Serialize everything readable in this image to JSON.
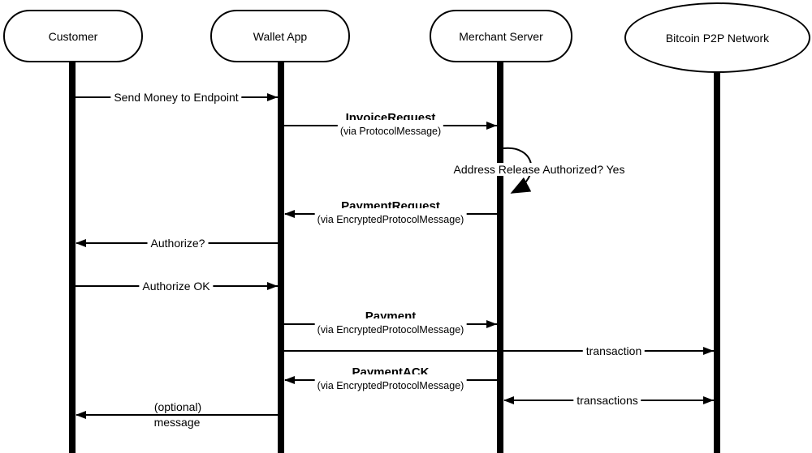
{
  "diagram_type": "sequence-diagram",
  "colors": {
    "line": "#000000",
    "background": "#ffffff"
  },
  "actors": [
    {
      "id": "customer",
      "label": "Customer",
      "shape": "stadium"
    },
    {
      "id": "wallet",
      "label": "Wallet App",
      "shape": "stadium"
    },
    {
      "id": "merchant",
      "label": "Merchant Server",
      "shape": "stadium"
    },
    {
      "id": "bitcoin",
      "label": "Bitcoin P2P Network",
      "shape": "ellipse"
    }
  ],
  "messages": [
    {
      "from": "Customer",
      "to": "Wallet App",
      "direction": "right",
      "label": "Send Money to Endpoint"
    },
    {
      "from": "Wallet App",
      "to": "Merchant Server",
      "direction": "right",
      "title": "InvoiceRequest",
      "via": "(via ProtocolMessage)"
    },
    {
      "from": "Merchant Server",
      "to": "Merchant Server",
      "direction": "self-loop",
      "label": "Address Release Authorized? Yes"
    },
    {
      "from": "Merchant Server",
      "to": "Wallet App",
      "direction": "left",
      "title": "PaymentRequest",
      "via": "(via EncryptedProtocolMessage)"
    },
    {
      "from": "Wallet App",
      "to": "Customer",
      "direction": "left",
      "label": "Authorize?"
    },
    {
      "from": "Customer",
      "to": "Wallet App",
      "direction": "right",
      "label": "Authorize OK"
    },
    {
      "from": "Wallet App",
      "to": "Merchant Server",
      "direction": "right",
      "title": "Payment",
      "via": "(via EncryptedProtocolMessage)"
    },
    {
      "from": "Wallet App",
      "to": "Bitcoin P2P Network",
      "direction": "right",
      "label": "transaction"
    },
    {
      "from": "Merchant Server",
      "to": "Wallet App",
      "direction": "left",
      "title": "PaymentACK",
      "via": "(via EncryptedProtocolMessage)"
    },
    {
      "from": "Merchant Server",
      "to": "Bitcoin P2P Network",
      "direction": "both",
      "label": "transactions"
    },
    {
      "from": "Wallet App",
      "to": "Customer",
      "direction": "left",
      "label": "(optional)",
      "label2": "message"
    }
  ]
}
